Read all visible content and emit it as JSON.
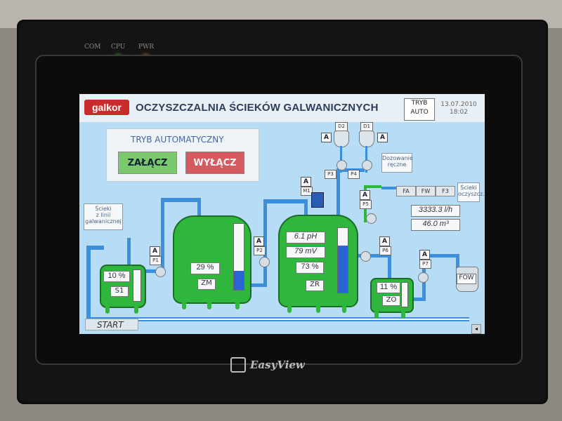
{
  "device": {
    "leds": [
      "COM",
      "CPU",
      "PWR"
    ],
    "led_colors": [
      "#444444",
      "#46e02e",
      "#f0a020"
    ],
    "brand": "EasyView"
  },
  "header": {
    "logo": "galkor",
    "title": "OCZYSZCZALNIA ŚCIEKÓW GALWANICZNYCH",
    "mode_label": "TRYB",
    "mode_value": "AUTO",
    "date": "13.07.2010",
    "time": "18:02"
  },
  "auto_panel": {
    "title": "TRYB AUTOMATYCZNY",
    "on_label": "ZAŁĄCZ",
    "off_label": "WYŁĄCZ"
  },
  "inflow": {
    "label_l1": "Ścieki",
    "label_l2": "z linii",
    "label_l3": "galwanicznej"
  },
  "tanks": {
    "s1": {
      "level": "10 %",
      "name": "S1"
    },
    "zm": {
      "level": "29 %",
      "name": "ZM",
      "fill": 0.29
    },
    "zr": {
      "ph": "6.1 pH",
      "mv": "79 mV",
      "level": "73 %",
      "name": "ZR",
      "fill": 0.73
    },
    "zo": {
      "level": "11 %",
      "name": "ZO"
    },
    "fow": {
      "name": "FOW"
    }
  },
  "pumps": {
    "p1": "P1",
    "p2": "P2",
    "p3": "P3",
    "p4": "P4",
    "p5": "P5",
    "p6": "P6",
    "p7": "P7",
    "m1": "M1",
    "mode": "A"
  },
  "dosing": {
    "d2": "D2",
    "d1": "D1",
    "manual_l1": "Dozowanie",
    "manual_l2": "ręczne",
    "fa": "FA",
    "fw": "FW",
    "f3": "F3",
    "clean_l1": "Ścieki",
    "clean_l2": "oczyszcz."
  },
  "meter": {
    "volume": "3333.3 l/h",
    "total": "46.0 m³"
  },
  "footer": {
    "start": "START",
    "scroll": "◂"
  }
}
